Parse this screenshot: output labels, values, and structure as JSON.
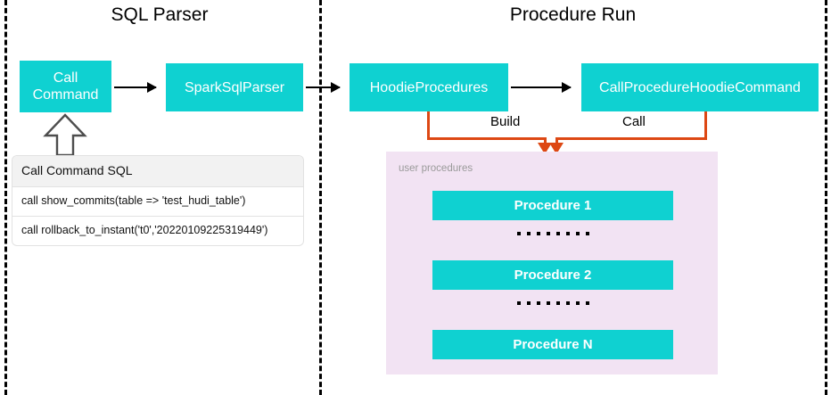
{
  "diagram": {
    "sections": {
      "left_title": "SQL Parser",
      "right_title": "Procedure Run"
    },
    "nodes": {
      "call_command_line1": "Call",
      "call_command_line2": "Command",
      "spark_sql_parser": "SparkSqlParser",
      "hoodie_procedures": "HoodieProcedures",
      "call_procedure_hoodie_command": "CallProcedureHoodieCommand"
    },
    "connector_labels": {
      "build": "Build",
      "call": "Call"
    },
    "sql_table": {
      "header": "Call Command SQL",
      "rows": [
        "call show_commits(table => 'test_hudi_table')",
        "call rollback_to_instant('t0','20220109225319449')"
      ]
    },
    "procedures_panel": {
      "caption": "user procedures",
      "items": [
        "Procedure 1",
        "Procedure 2",
        "Procedure N"
      ],
      "ellipsis_dot_count": 8
    },
    "colors": {
      "node_fill": "#0fd1d1",
      "node_text": "#ffffff",
      "panel_fill": "#f2e3f3",
      "panel_caption": "#9a9a9a",
      "connector_orange": "#dd4814",
      "flow_arrow": "#000000",
      "separator_dashed": "#000000",
      "table_header_fill": "#f2f2f2",
      "background": "#ffffff"
    }
  }
}
